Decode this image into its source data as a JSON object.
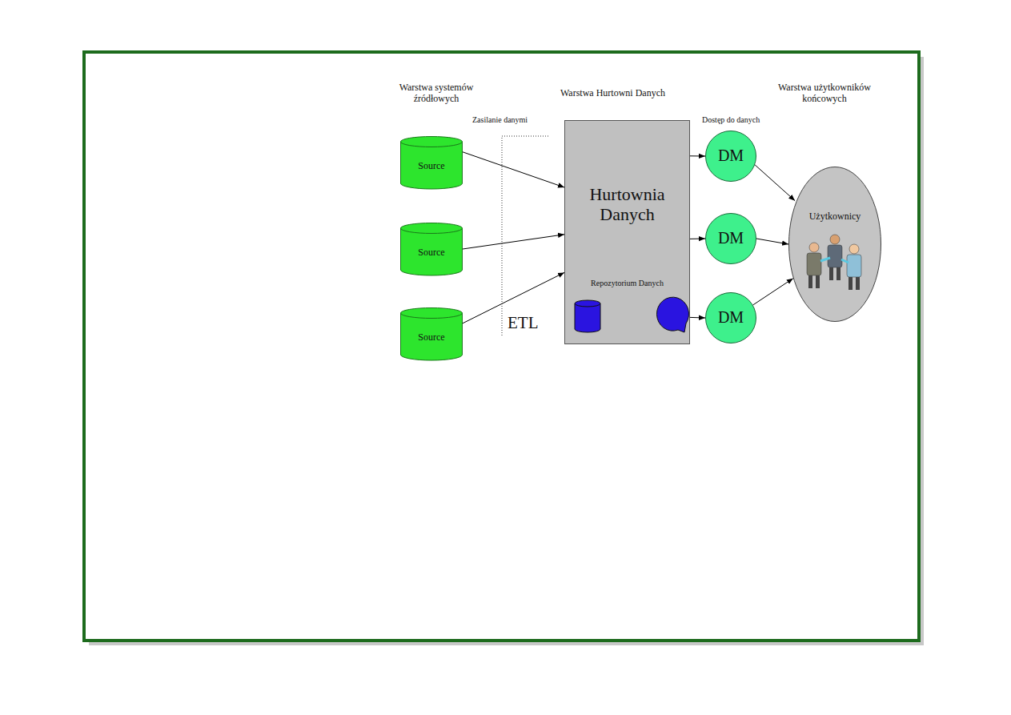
{
  "diagram": {
    "nodes": [
      {
        "text": [
          "Source"
        ]
      },
      {
        "text": [
          "Source"
        ]
      },
      {
        "text": [
          "Source"
        ]
      },
      {
        "text": [
          "Hurtownia Danych",
          "Repozytorium Danych"
        ]
      },
      {
        "text": [
          "DM"
        ]
      },
      {
        "text": [
          "DM"
        ]
      },
      {
        "text": [
          "DM"
        ]
      },
      {
        "text": [
          "Użytkownicy"
        ]
      }
    ],
    "edges": [
      {
        "from": 0,
        "to": 3,
        "arrow": "to"
      },
      {
        "from": 1,
        "to": 3,
        "arrow": "to"
      },
      {
        "from": 2,
        "to": 3,
        "arrow": "to"
      },
      {
        "from": 3,
        "to": 4,
        "arrow": "to"
      },
      {
        "from": 3,
        "to": 5,
        "arrow": "to"
      },
      {
        "from": 3,
        "to": 6,
        "arrow": "to"
      },
      {
        "from": 4,
        "to": 7,
        "arrow": "to"
      },
      {
        "from": 5,
        "to": 7,
        "arrow": "to"
      },
      {
        "from": 6,
        "to": 7,
        "arrow": "to"
      }
    ],
    "labels": [
      "Warstwa systemów źródłowych",
      "Warstwa Hurtowni Danych",
      "Warstwa użytkowników końcowych",
      "Zasilanie danymi",
      "Dostęp do danych",
      "ETL"
    ]
  }
}
